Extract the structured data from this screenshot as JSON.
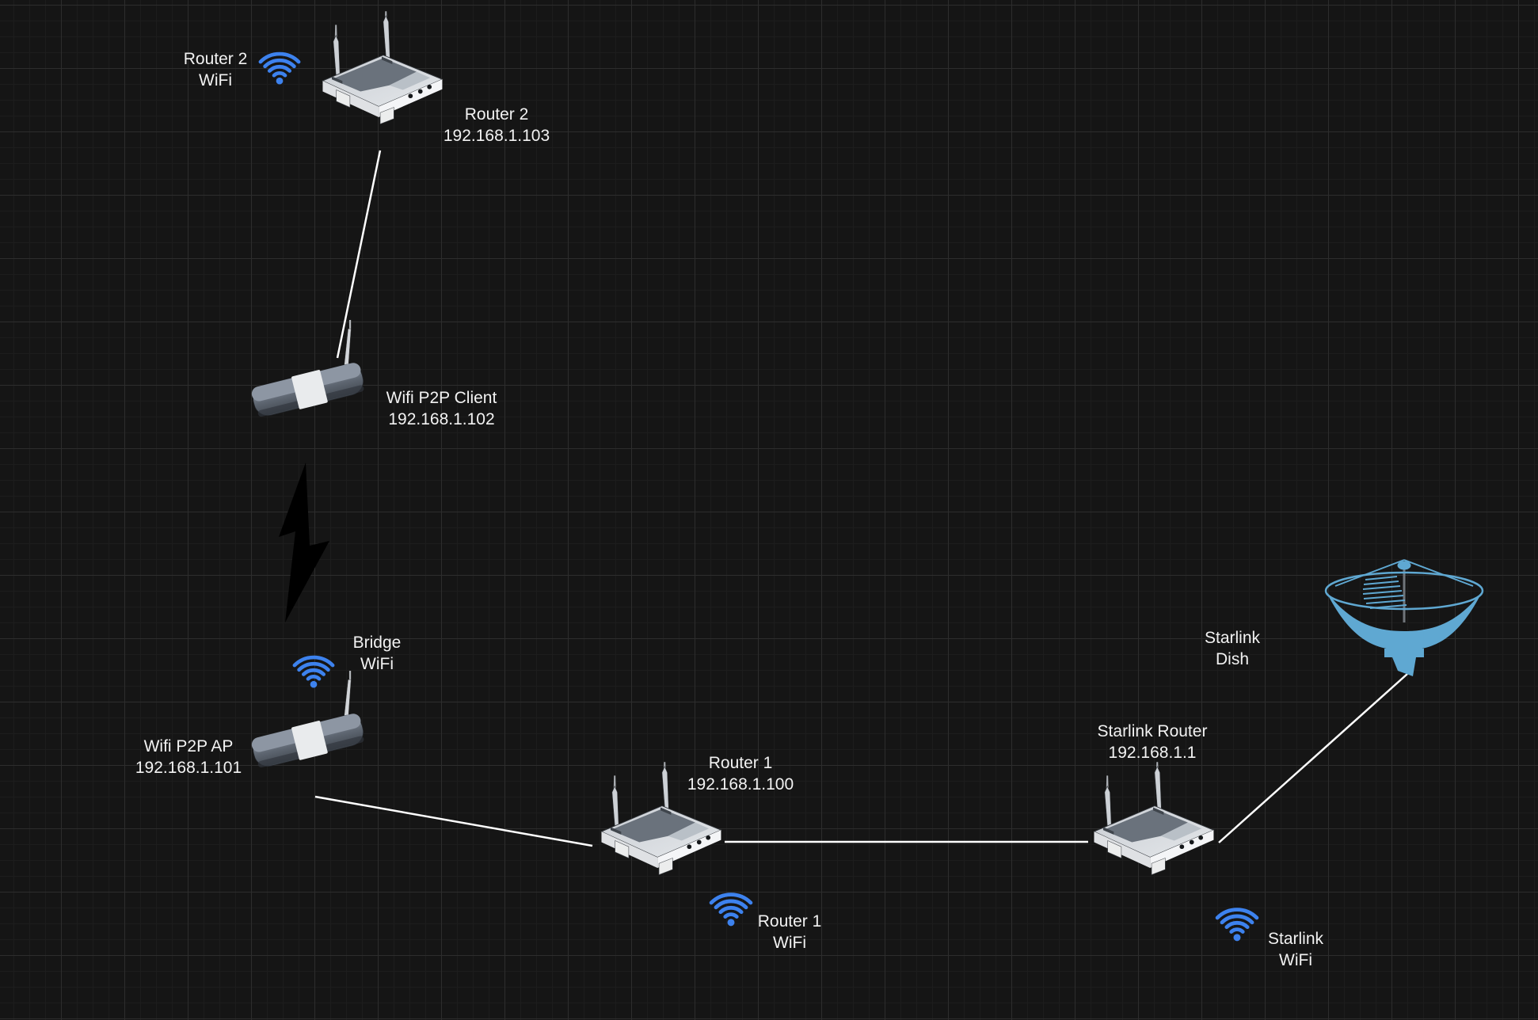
{
  "canvas": {
    "background": "#151515",
    "grid_major_color": "#2d2d2d",
    "grid_minor_color": "#1d1d1d",
    "link_color": "#ffffff"
  },
  "colors": {
    "wifi_icon": "#3d82ee",
    "dish": "#5fa8d2",
    "bolt_fill": "#3a4046",
    "bolt_stroke": "#7392b6",
    "text": "#f2f2f2"
  },
  "nodes": {
    "router2": {
      "name": "Router 2",
      "ip": "192.168.1.103"
    },
    "wifi_p2p_client": {
      "name": "Wifi P2P Client",
      "ip": "192.168.1.102"
    },
    "wifi_p2p_ap": {
      "name": "Wifi P2P AP",
      "ip": "192.168.1.101"
    },
    "router1": {
      "name": "Router 1",
      "ip": "192.168.1.100"
    },
    "starlink_router": {
      "name": "Starlink Router",
      "ip": "192.168.1.1"
    },
    "starlink_dish": {
      "name": "Starlink",
      "name2": "Dish"
    }
  },
  "wifi_badges": {
    "router2": {
      "line1": "Router 2",
      "line2": "WiFi"
    },
    "bridge": {
      "line1": "Bridge",
      "line2": "WiFi"
    },
    "router1": {
      "line1": "Router 1",
      "line2": "WiFi"
    },
    "starlink": {
      "line1": "Starlink",
      "line2": "WiFi"
    }
  },
  "links": [
    {
      "from": "Router 2",
      "to": "Wifi P2P Client",
      "type": "wired-line"
    },
    {
      "from": "Wifi P2P Client",
      "to": "Wifi P2P AP",
      "type": "wireless-lightning-bolt"
    },
    {
      "from": "Wifi P2P AP",
      "to": "Router 1",
      "type": "wired-line"
    },
    {
      "from": "Router 1",
      "to": "Starlink Router",
      "type": "wired-line"
    },
    {
      "from": "Starlink Router",
      "to": "Starlink Dish",
      "type": "wired-line"
    }
  ]
}
